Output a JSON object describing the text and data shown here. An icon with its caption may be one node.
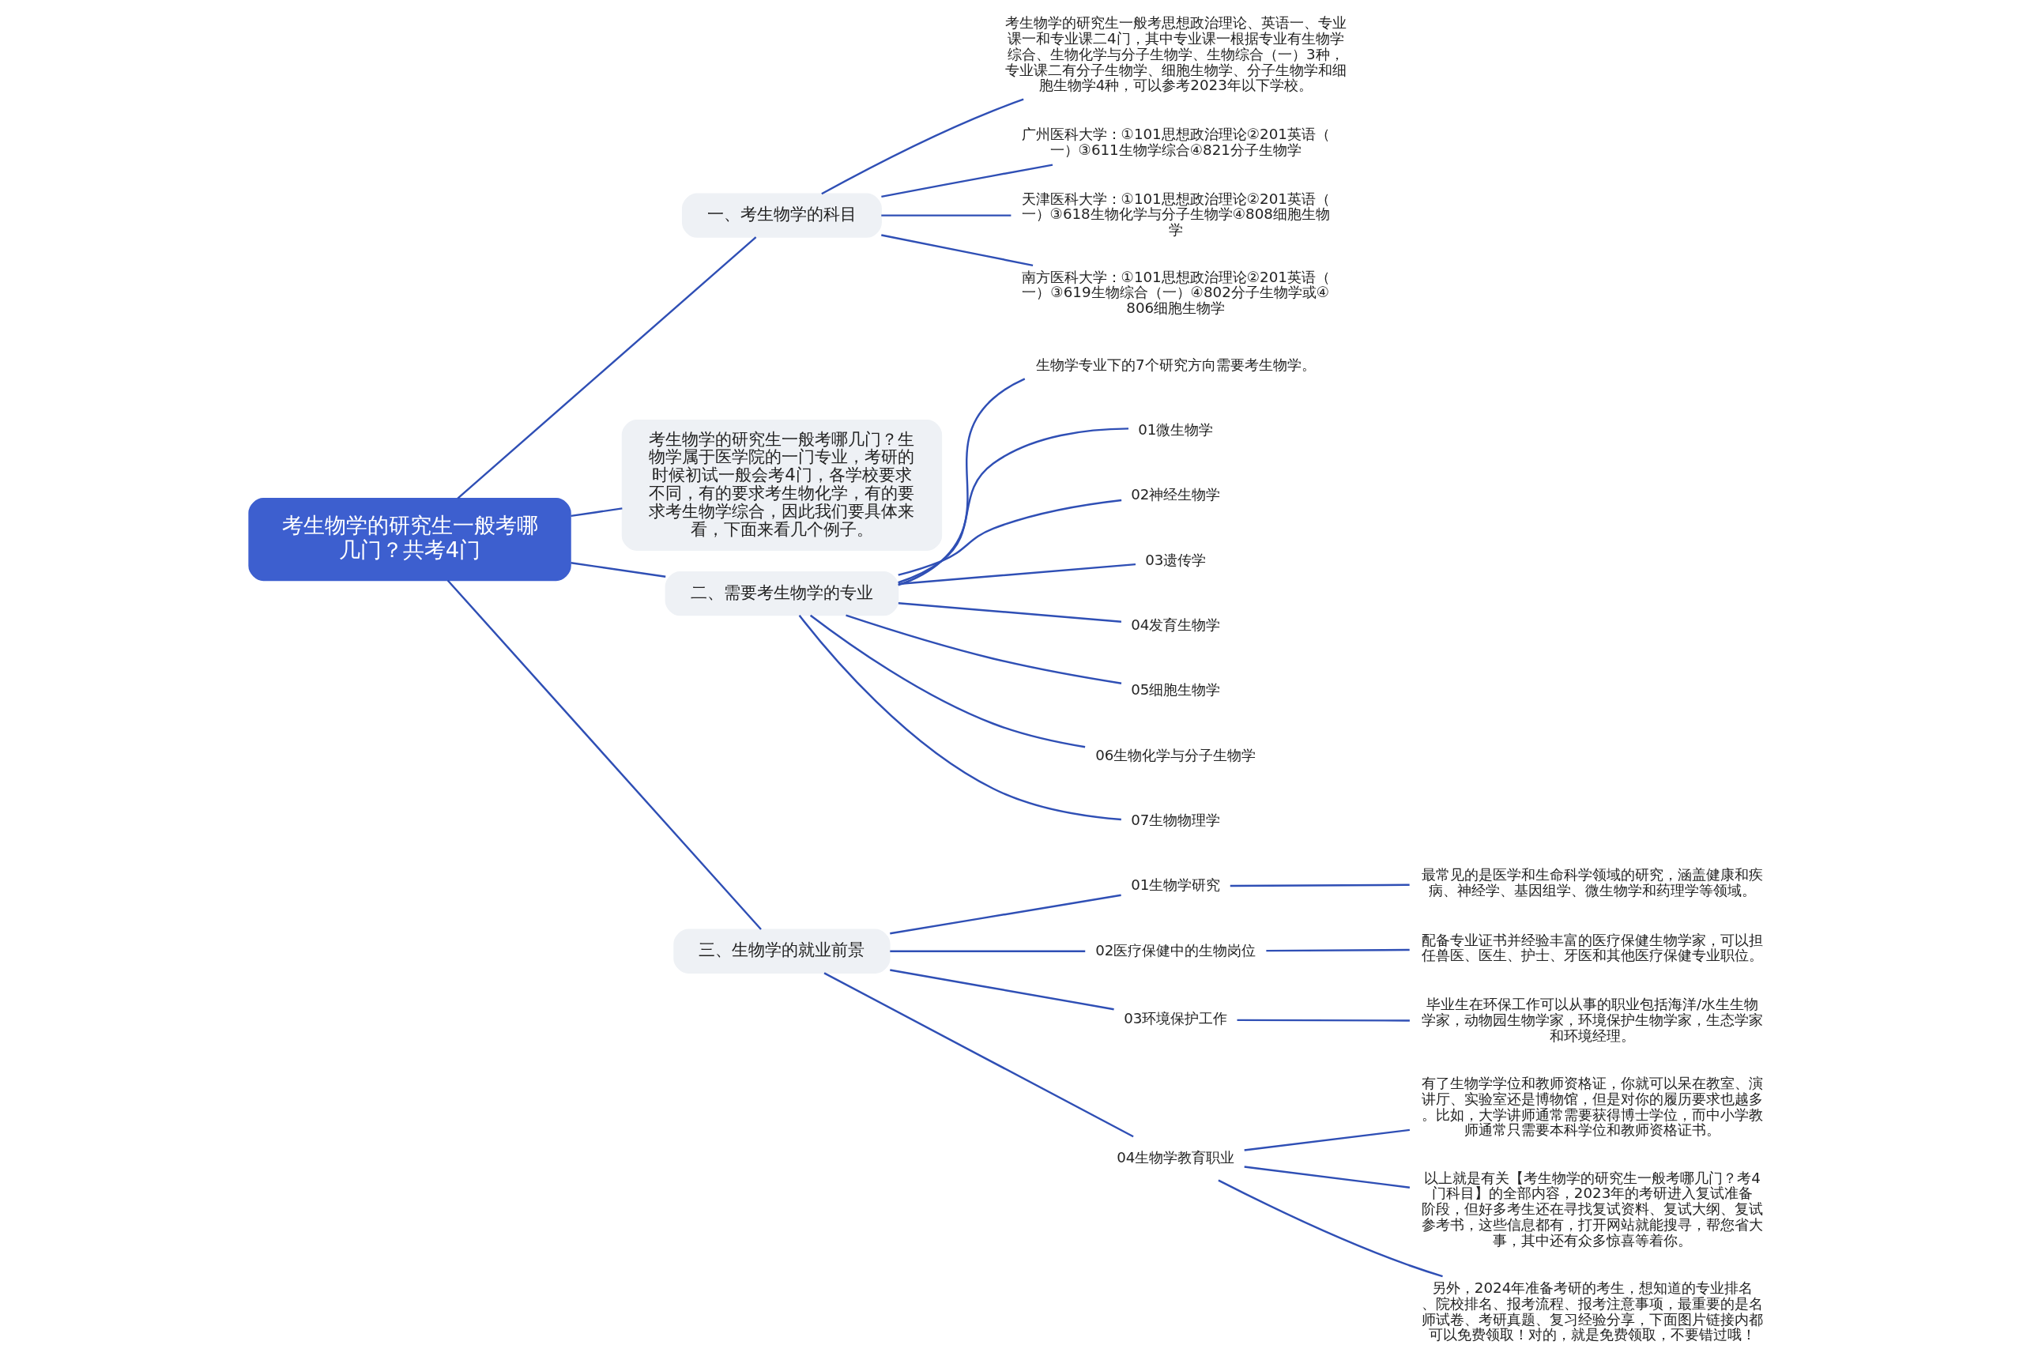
{
  "diagram": {
    "nodes": [
      {
        "text": [
          "考生物学的研究生一般考哪几门？共考4门"
        ]
      },
      {
        "text": [
          "一、考生物学的科目"
        ]
      },
      {
        "text": [
          "考生物学的研究生一般考思想政治理论、英语一、专业课一和专业课二4门，其中专业课一根据专业有生物学综合、生物化学与分子生物学、生物综合（一）3种，专业课二有分子生物学、细胞生物学、分子生物学和细胞生物学4种，可以参考2023年以下学校。"
        ]
      },
      {
        "text": [
          "广州医科大学：①101思想政治理论②201英语（一）③611生物学综合④821分子生物学"
        ]
      },
      {
        "text": [
          "天津医科大学：①101思想政治理论②201英语（一）③618生物化学与分子生物学④808细胞生物学"
        ]
      },
      {
        "text": [
          "南方医科大学：①101思想政治理论②201英语（一）③619生物综合（一）④802分子生物学或④806细胞生物学"
        ]
      },
      {
        "text": [
          "考生物学的研究生一般考哪几门？生物学属于医学院的一门专业，考研的时候初试一般会考4门，各学校要求不同，有的要求考生物化学，有的要求考生物学综合，因此我们要具体来看，下面来看几个例子。"
        ]
      },
      {
        "text": [
          "二、需要考生物学的专业"
        ]
      },
      {
        "text": [
          "生物学专业下的7个研究方向需要考生物学。"
        ]
      },
      {
        "text": [
          "01微生物学"
        ]
      },
      {
        "text": [
          "02神经生物学"
        ]
      },
      {
        "text": [
          "03遗传学"
        ]
      },
      {
        "text": [
          "04发育生物学"
        ]
      },
      {
        "text": [
          "05细胞生物学"
        ]
      },
      {
        "text": [
          "06生物化学与分子生物学"
        ]
      },
      {
        "text": [
          "07生物物理学"
        ]
      },
      {
        "text": [
          "三、生物学的就业前景"
        ]
      },
      {
        "text": [
          "01生物学研究"
        ]
      },
      {
        "text": [
          "最常见的是医学和生命科学领域的研究，涵盖健康和疾病、神经学、基因组学、微生物学和药理学等领域。"
        ]
      },
      {
        "text": [
          "02医疗保健中的生物岗位"
        ]
      },
      {
        "text": [
          "配备专业证书并经验丰富的医疗保健生物学家，可以担任兽医、医生、护士、牙医和其他医疗保健专业职位。"
        ]
      },
      {
        "text": [
          "03环境保护工作"
        ]
      },
      {
        "text": [
          "毕业生在环保工作可以从事的职业包括海洋/水生生物学家，动物园生物学家，环境保护生物学家，生态学家和环境经理。"
        ]
      },
      {
        "text": [
          "04生物学教育职业"
        ]
      },
      {
        "text": [
          "有了生物学学位和教师资格证，你就可以呆在教室、演讲厅、实验室还是博物馆，但是对你的履历要求也越多。比如，大学讲师通常需要获得博士学位，而中小学教师通常只需要本科学位和教师资格证书。"
        ]
      },
      {
        "text": [
          "以上就是有关【考生物学的研究生一般考哪几门？考4门科目】的全部内容，2023年的考研进入复试准备阶段，但好多考生还在寻找复试资料、复试大纲、复试参考书，这些信息都有，打开网站就能搜寻，帮您省大事，其中还有众多惊喜等着你。"
        ]
      },
      {
        "text": [
          "另外，2024年准备考研的考生，想知道的专业排名、院校排名、报考流程、报考注意事项，最重要的是名师试卷、考研真题、复习经验分享，下面图片链接内都可以免费领取！对的，就是免费领取，不要错过哦！"
        ]
      }
    ],
    "edges": [
      {
        "from": 0,
        "to": 1,
        "arrow": "none"
      },
      {
        "from": 1,
        "to": 2,
        "arrow": "none"
      },
      {
        "from": 1,
        "to": 3,
        "arrow": "none"
      },
      {
        "from": 1,
        "to": 4,
        "arrow": "none"
      },
      {
        "from": 1,
        "to": 5,
        "arrow": "none"
      },
      {
        "from": 0,
        "to": 6,
        "arrow": "none"
      },
      {
        "from": 0,
        "to": 7,
        "arrow": "none"
      },
      {
        "from": 7,
        "to": 8,
        "arrow": "none"
      },
      {
        "from": 7,
        "to": 9,
        "arrow": "none"
      },
      {
        "from": 7,
        "to": 10,
        "arrow": "none"
      },
      {
        "from": 7,
        "to": 11,
        "arrow": "none"
      },
      {
        "from": 7,
        "to": 12,
        "arrow": "none"
      },
      {
        "from": 7,
        "to": 13,
        "arrow": "none"
      },
      {
        "from": 7,
        "to": 14,
        "arrow": "none"
      },
      {
        "from": 7,
        "to": 15,
        "arrow": "none"
      },
      {
        "from": 0,
        "to": 16,
        "arrow": "none"
      },
      {
        "from": 16,
        "to": 17,
        "arrow": "none"
      },
      {
        "from": 17,
        "to": 18,
        "arrow": "none"
      },
      {
        "from": 16,
        "to": 19,
        "arrow": "none"
      },
      {
        "from": 19,
        "to": 20,
        "arrow": "none"
      },
      {
        "from": 16,
        "to": 21,
        "arrow": "none"
      },
      {
        "from": 21,
        "to": 22,
        "arrow": "none"
      },
      {
        "from": 16,
        "to": 23,
        "arrow": "none"
      },
      {
        "from": 23,
        "to": 24,
        "arrow": "none"
      },
      {
        "from": 23,
        "to": 25,
        "arrow": "none"
      },
      {
        "from": 23,
        "to": 26,
        "arrow": "none"
      }
    ]
  }
}
